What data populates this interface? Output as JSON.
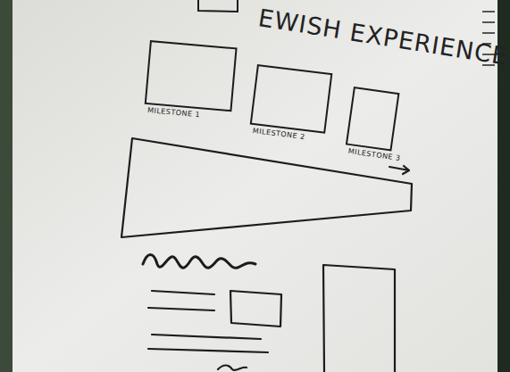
{
  "diagram": {
    "title": "EWISH EXPERIENCE",
    "nodes": [
      {
        "text": [
          "MILESTONE 1"
        ]
      },
      {
        "text": [
          "MILESTONE 2"
        ]
      },
      {
        "text": [
          "MILESTONE 3"
        ]
      }
    ]
  }
}
